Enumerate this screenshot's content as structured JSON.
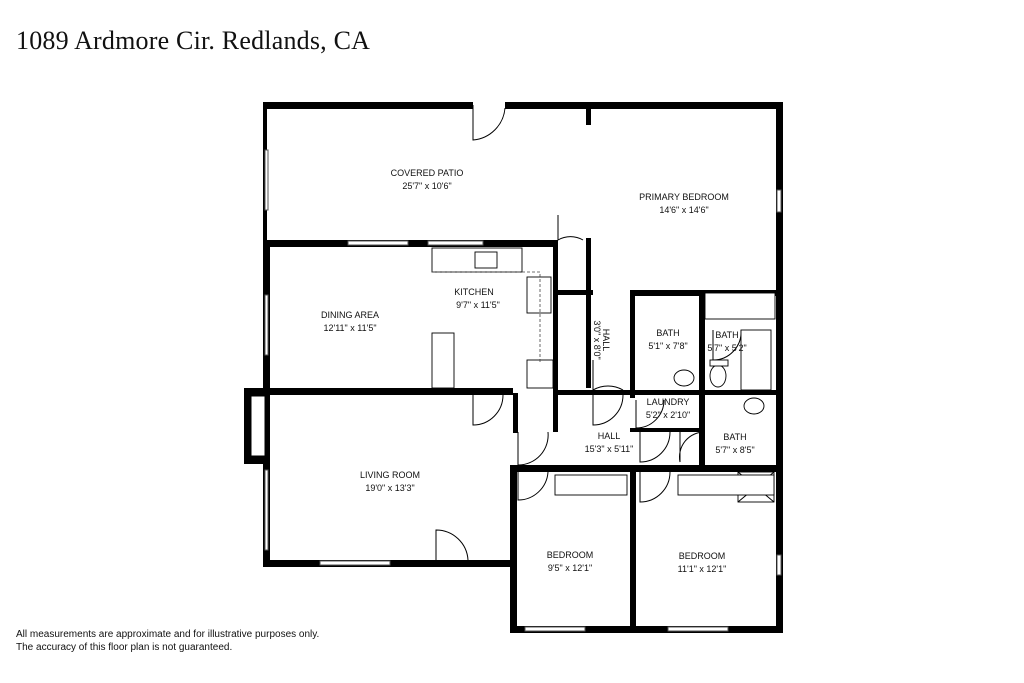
{
  "title": "1089 Ardmore Cir. Redlands, CA",
  "rooms": {
    "covered_patio": {
      "name": "COVERED PATIO",
      "dims": "25'7\" x 10'6\""
    },
    "primary_bedroom": {
      "name": "PRIMARY BEDROOM",
      "dims": "14'6\" x 14'6\""
    },
    "kitchen": {
      "name": "KITCHEN",
      "dims": "9'7\" x 11'5\""
    },
    "dining_area": {
      "name": "DINING AREA",
      "dims": "12'11\" x 11'5\""
    },
    "hall_vertical": {
      "name": "HALL",
      "dims": "3'0\" x 8'0\""
    },
    "bath_1": {
      "name": "BATH",
      "dims": "5'1\" x 7'8\""
    },
    "bath_2": {
      "name": "BATH",
      "dims": "5'7\" x 5'2\""
    },
    "laundry": {
      "name": "LAUNDRY",
      "dims": "5'2\" x 2'10\""
    },
    "hall_horizontal": {
      "name": "HALL",
      "dims": "15'3\" x 5'11\""
    },
    "bath_3": {
      "name": "BATH",
      "dims": "5'7\" x 8'5\""
    },
    "living_room": {
      "name": "LIVING ROOM",
      "dims": "19'0\" x 13'3\""
    },
    "bedroom_1": {
      "name": "BEDROOM",
      "dims": "9'5\" x 12'1\""
    },
    "bedroom_2": {
      "name": "BEDROOM",
      "dims": "11'1\" x 12'1\""
    }
  },
  "disclaimer": {
    "line1": "All measurements are approximate and for illustrative purposes only.",
    "line2": "The accuracy of this floor plan is not guaranteed."
  }
}
